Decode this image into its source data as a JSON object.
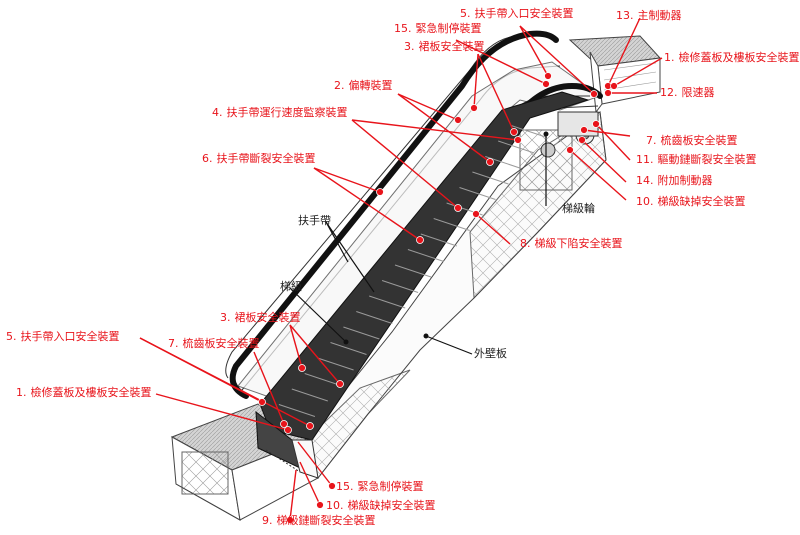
{
  "colors": {
    "label_red": "#e8141b",
    "line_black": "#111111",
    "step_dark": "#3a3a3a",
    "deck_grey": "#c9c9c9"
  },
  "labels": {
    "l5_top": {
      "num": "5.",
      "text": "扶手帶入口安全裝置"
    },
    "l15_top": {
      "num": "15.",
      "text": "緊急制停裝置"
    },
    "l13": {
      "num": "13.",
      "text": "主制動器"
    },
    "l3_top": {
      "num": "3.",
      "text": "裙板安全裝置"
    },
    "l1_top": {
      "num": "1.",
      "text": "檢修蓋板及樓板安全裝置"
    },
    "l12": {
      "num": "12.",
      "text": "限速器"
    },
    "l2": {
      "num": "2.",
      "text": "偏轉裝置"
    },
    "l4": {
      "num": "4.",
      "text": "扶手帶運行速度監察裝置"
    },
    "l7_right": {
      "num": "7.",
      "text": "梳齒板安全裝置"
    },
    "l11": {
      "num": "11.",
      "text": "驅動鏈斷裂安全裝置"
    },
    "l6": {
      "num": "6.",
      "text": "扶手帶斷裂安全裝置"
    },
    "l14": {
      "num": "14.",
      "text": "附加制動器"
    },
    "l10_right": {
      "num": "10.",
      "text": "梯級缺掉安全裝置"
    },
    "step_wheel": {
      "num": "",
      "text": "梯級輪"
    },
    "handrail": {
      "num": "",
      "text": "扶手帶"
    },
    "l8": {
      "num": "8.",
      "text": "梯級下陷安全裝置"
    },
    "step": {
      "num": "",
      "text": "梯級"
    },
    "l3_bottom": {
      "num": "3.",
      "text": "裙板安全裝置"
    },
    "l5_bottom": {
      "num": "5.",
      "text": "扶手帶入口安全裝置"
    },
    "l7_bottom": {
      "num": "7.",
      "text": "梳齒板安全裝置"
    },
    "outer_panel": {
      "num": "",
      "text": "外壁板"
    },
    "l1_bottom": {
      "num": "1.",
      "text": "檢修蓋板及樓板安全裝置"
    },
    "l15_bottom": {
      "num": "15.",
      "text": "緊急制停裝置"
    },
    "l10_bottom": {
      "num": "10.",
      "text": "梯級缺掉安全裝置"
    },
    "l9": {
      "num": "9.",
      "text": "梯級鏈斷裂安全裝置"
    }
  }
}
